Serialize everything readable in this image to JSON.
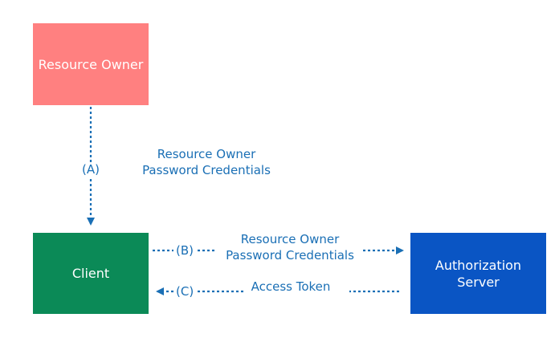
{
  "nodes": {
    "resource_owner": "Resource Owner",
    "client": "Client",
    "authorization_server": "Authorization Server"
  },
  "steps": {
    "a_label": "(A)",
    "a_text_line1": "Resource Owner",
    "a_text_line2": "Password Credentials",
    "b_label": "(B)",
    "b_text_line1": "Resource Owner",
    "b_text_line2": "Password Credentials",
    "c_label": "(C)",
    "c_text": "Access Token"
  },
  "colors": {
    "resource_owner": "#ff8080",
    "client": "#0b8a57",
    "authorization_server": "#0a55c4",
    "arrow": "#1a6fb5"
  }
}
